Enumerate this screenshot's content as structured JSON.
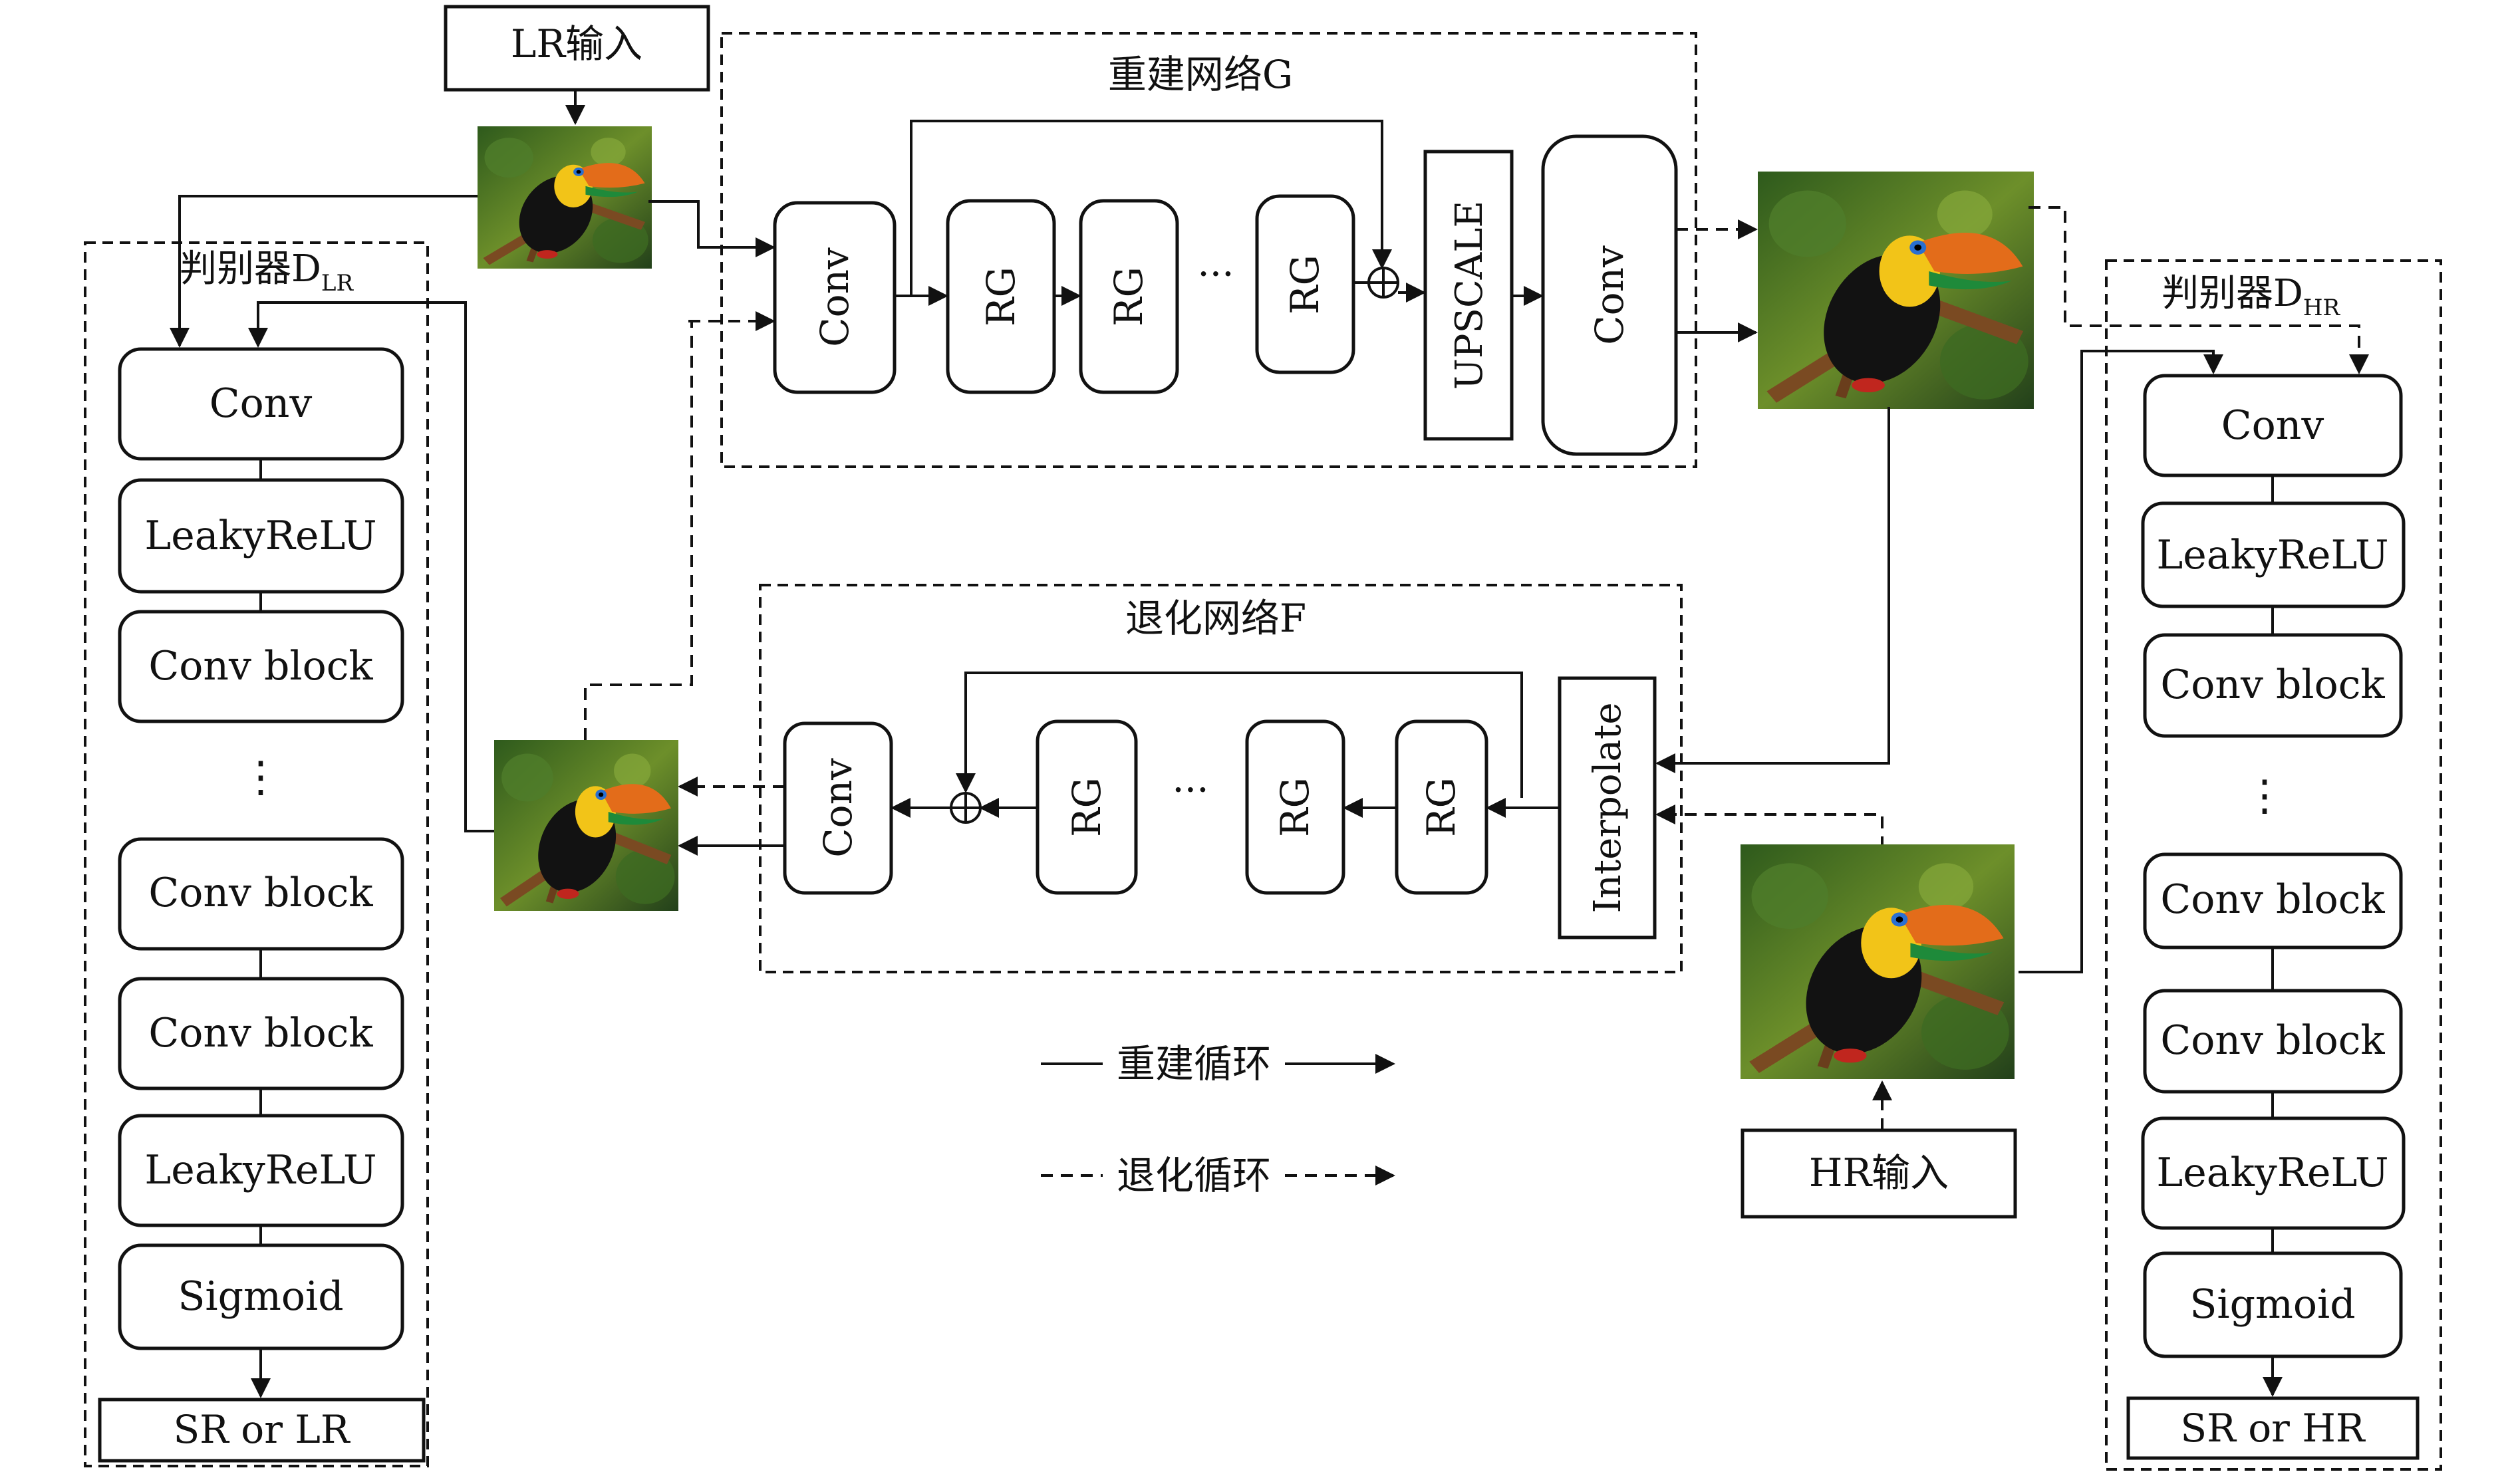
{
  "lr_input": "LR输入",
  "hr_input": "HR输入",
  "generator": {
    "title": "重建网络G",
    "blocks": [
      "Conv",
      "RG",
      "RG",
      "···",
      "RG",
      "UPSCALE",
      "Conv"
    ]
  },
  "degradation": {
    "title": "退化网络F",
    "blocks": [
      "Conv",
      "RG",
      "···",
      "RG",
      "RG",
      "Interpolate"
    ]
  },
  "disc_lr": {
    "title": "判别器D",
    "subscript": "LR",
    "layers": [
      "Conv",
      "LeakyReLU",
      "Conv block",
      "⋮",
      "Conv block",
      "Conv block",
      "LeakyReLU",
      "Sigmoid"
    ],
    "output": "SR or LR"
  },
  "disc_hr": {
    "title": "判别器D",
    "subscript": "HR",
    "layers": [
      "Conv",
      "LeakyReLU",
      "Conv block",
      "⋮",
      "Conv block",
      "Conv block",
      "LeakyReLU",
      "Sigmoid"
    ],
    "output": "SR or HR"
  },
  "legend": {
    "recon": "重建循环",
    "degrade": "退化循环"
  }
}
